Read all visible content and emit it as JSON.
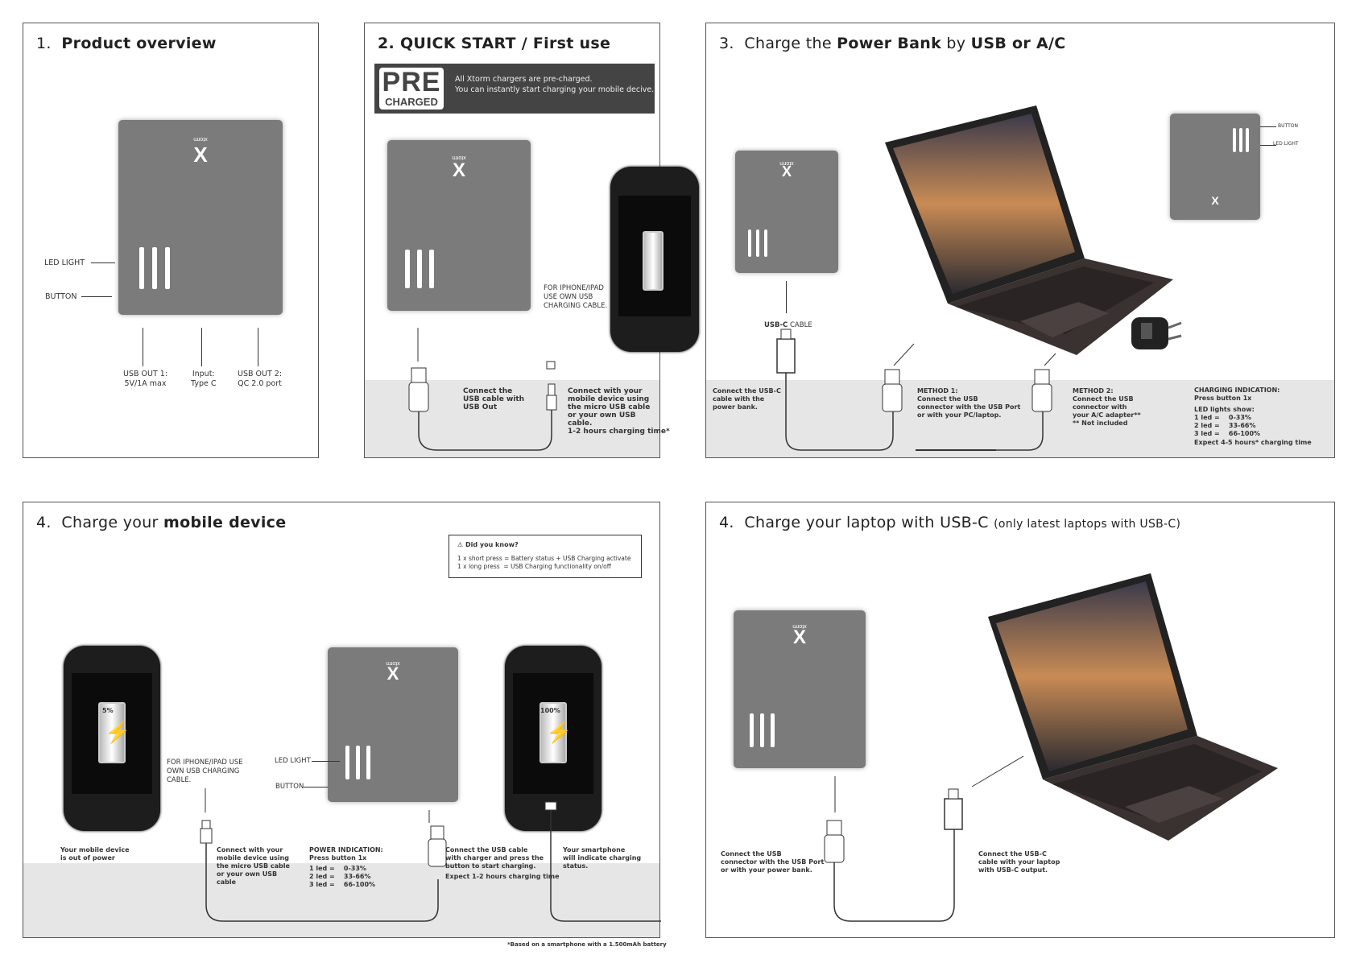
{
  "brand": "xtorm",
  "logo_glyph": "X",
  "panel1": {
    "num": "1.",
    "title": "Product overview",
    "led_light": "LED LIGHT",
    "button": "BUTTON",
    "usb_out1": "USB OUT 1:\n5V/1A max",
    "input": "Input:\nType C",
    "usb_out2": "USB OUT 2:\nQC 2.0 port"
  },
  "panel2": {
    "title": "2. QUICK START / First use",
    "pre": "PRE",
    "charged": "CHARGED",
    "banner_text": "All Xtorm chargers are pre-charged.\nYou can instantly start charging your mobile decive.",
    "iphone_note": "FOR IPHONE/IPAD\nUSE OWN USB\nCHARGING CABLE.",
    "connect_usb": "Connect the\nUSB cable with\nUSB Out",
    "connect_device": "Connect with your\nmobile device using\nthe micro USB cable\nor your own USB\ncable.",
    "charging_time": "1-2 hours charging time*"
  },
  "panel3": {
    "num": "3.",
    "title_a": "Charge the ",
    "title_b": "Power Bank",
    "title_c": " by ",
    "title_d": "USB or A/C",
    "usbc_cable_bold": "USB-C",
    "usbc_cable_rest": " CABLE",
    "button": "BUTTON",
    "led_light": "LED LIGHT",
    "connect_usbc": "Connect the USB-C\ncable with the\npower bank.",
    "method1": "METHOD 1:\nConnect the USB\nconnector with the USB Port\nor with your PC/laptop.",
    "method2": "METHOD 2:\nConnect the USB\nconnector with\nyour A/C adapter**",
    "not_included": "** Not included",
    "indication": "CHARGING INDICATION:\nPress button 1x",
    "led_show": "LED lights show:\n1 led =    0-33%\n2 led =    33-66%\n3 led =    66-100%",
    "expect": "Expect 4-5 hours* charging time"
  },
  "panel4": {
    "num": "4.",
    "title_a": "Charge your ",
    "title_b": "mobile device",
    "did_you_know": "Did you know?",
    "dyk_line1": "1 x short press = Battery status + USB Charging activate",
    "dyk_line2": "1 x long press  = USB Charging functionality on/off",
    "batt_low": "5%",
    "batt_full": "100%",
    "iphone_note": "FOR IPHONE/IPAD USE\nOWN USB CHARGING\nCABLE.",
    "led_light": "LED LIGHT",
    "button": "BUTTON",
    "out_of_power": "Your mobile device\nis out of power",
    "connect_device": "Connect with your\nmobile device using\nthe micro USB cable\nor your own USB\ncable",
    "power_ind": "POWER INDICATION:\nPress button 1x",
    "led_show": "1 led =    0-33%\n2 led =    33-66%\n3 led =    66-100%",
    "connect_charger": "Connect the USB cable\nwith charger and press the\nbutton to start charging.",
    "expect": "Expect 1-2 hours charging time",
    "smartphone": "Your smartphone\nwill indicate charging\nstatus.",
    "footnote": "*Based on a smartphone with a 1.500mAh battery"
  },
  "panel5": {
    "num": "4.",
    "title_a": "Charge your laptop with USB-C ",
    "title_b": "(only latest laptops with USB-C)",
    "connect_usb": "Connect the USB\nconnector with the USB Port\nor with your power bank.",
    "connect_usbc": "Connect the USB-C\ncable with your laptop\nwith USB-C output."
  },
  "colors": {
    "bank": "#7b7b7b",
    "band": "#e6e6e6",
    "banner": "#444444"
  }
}
